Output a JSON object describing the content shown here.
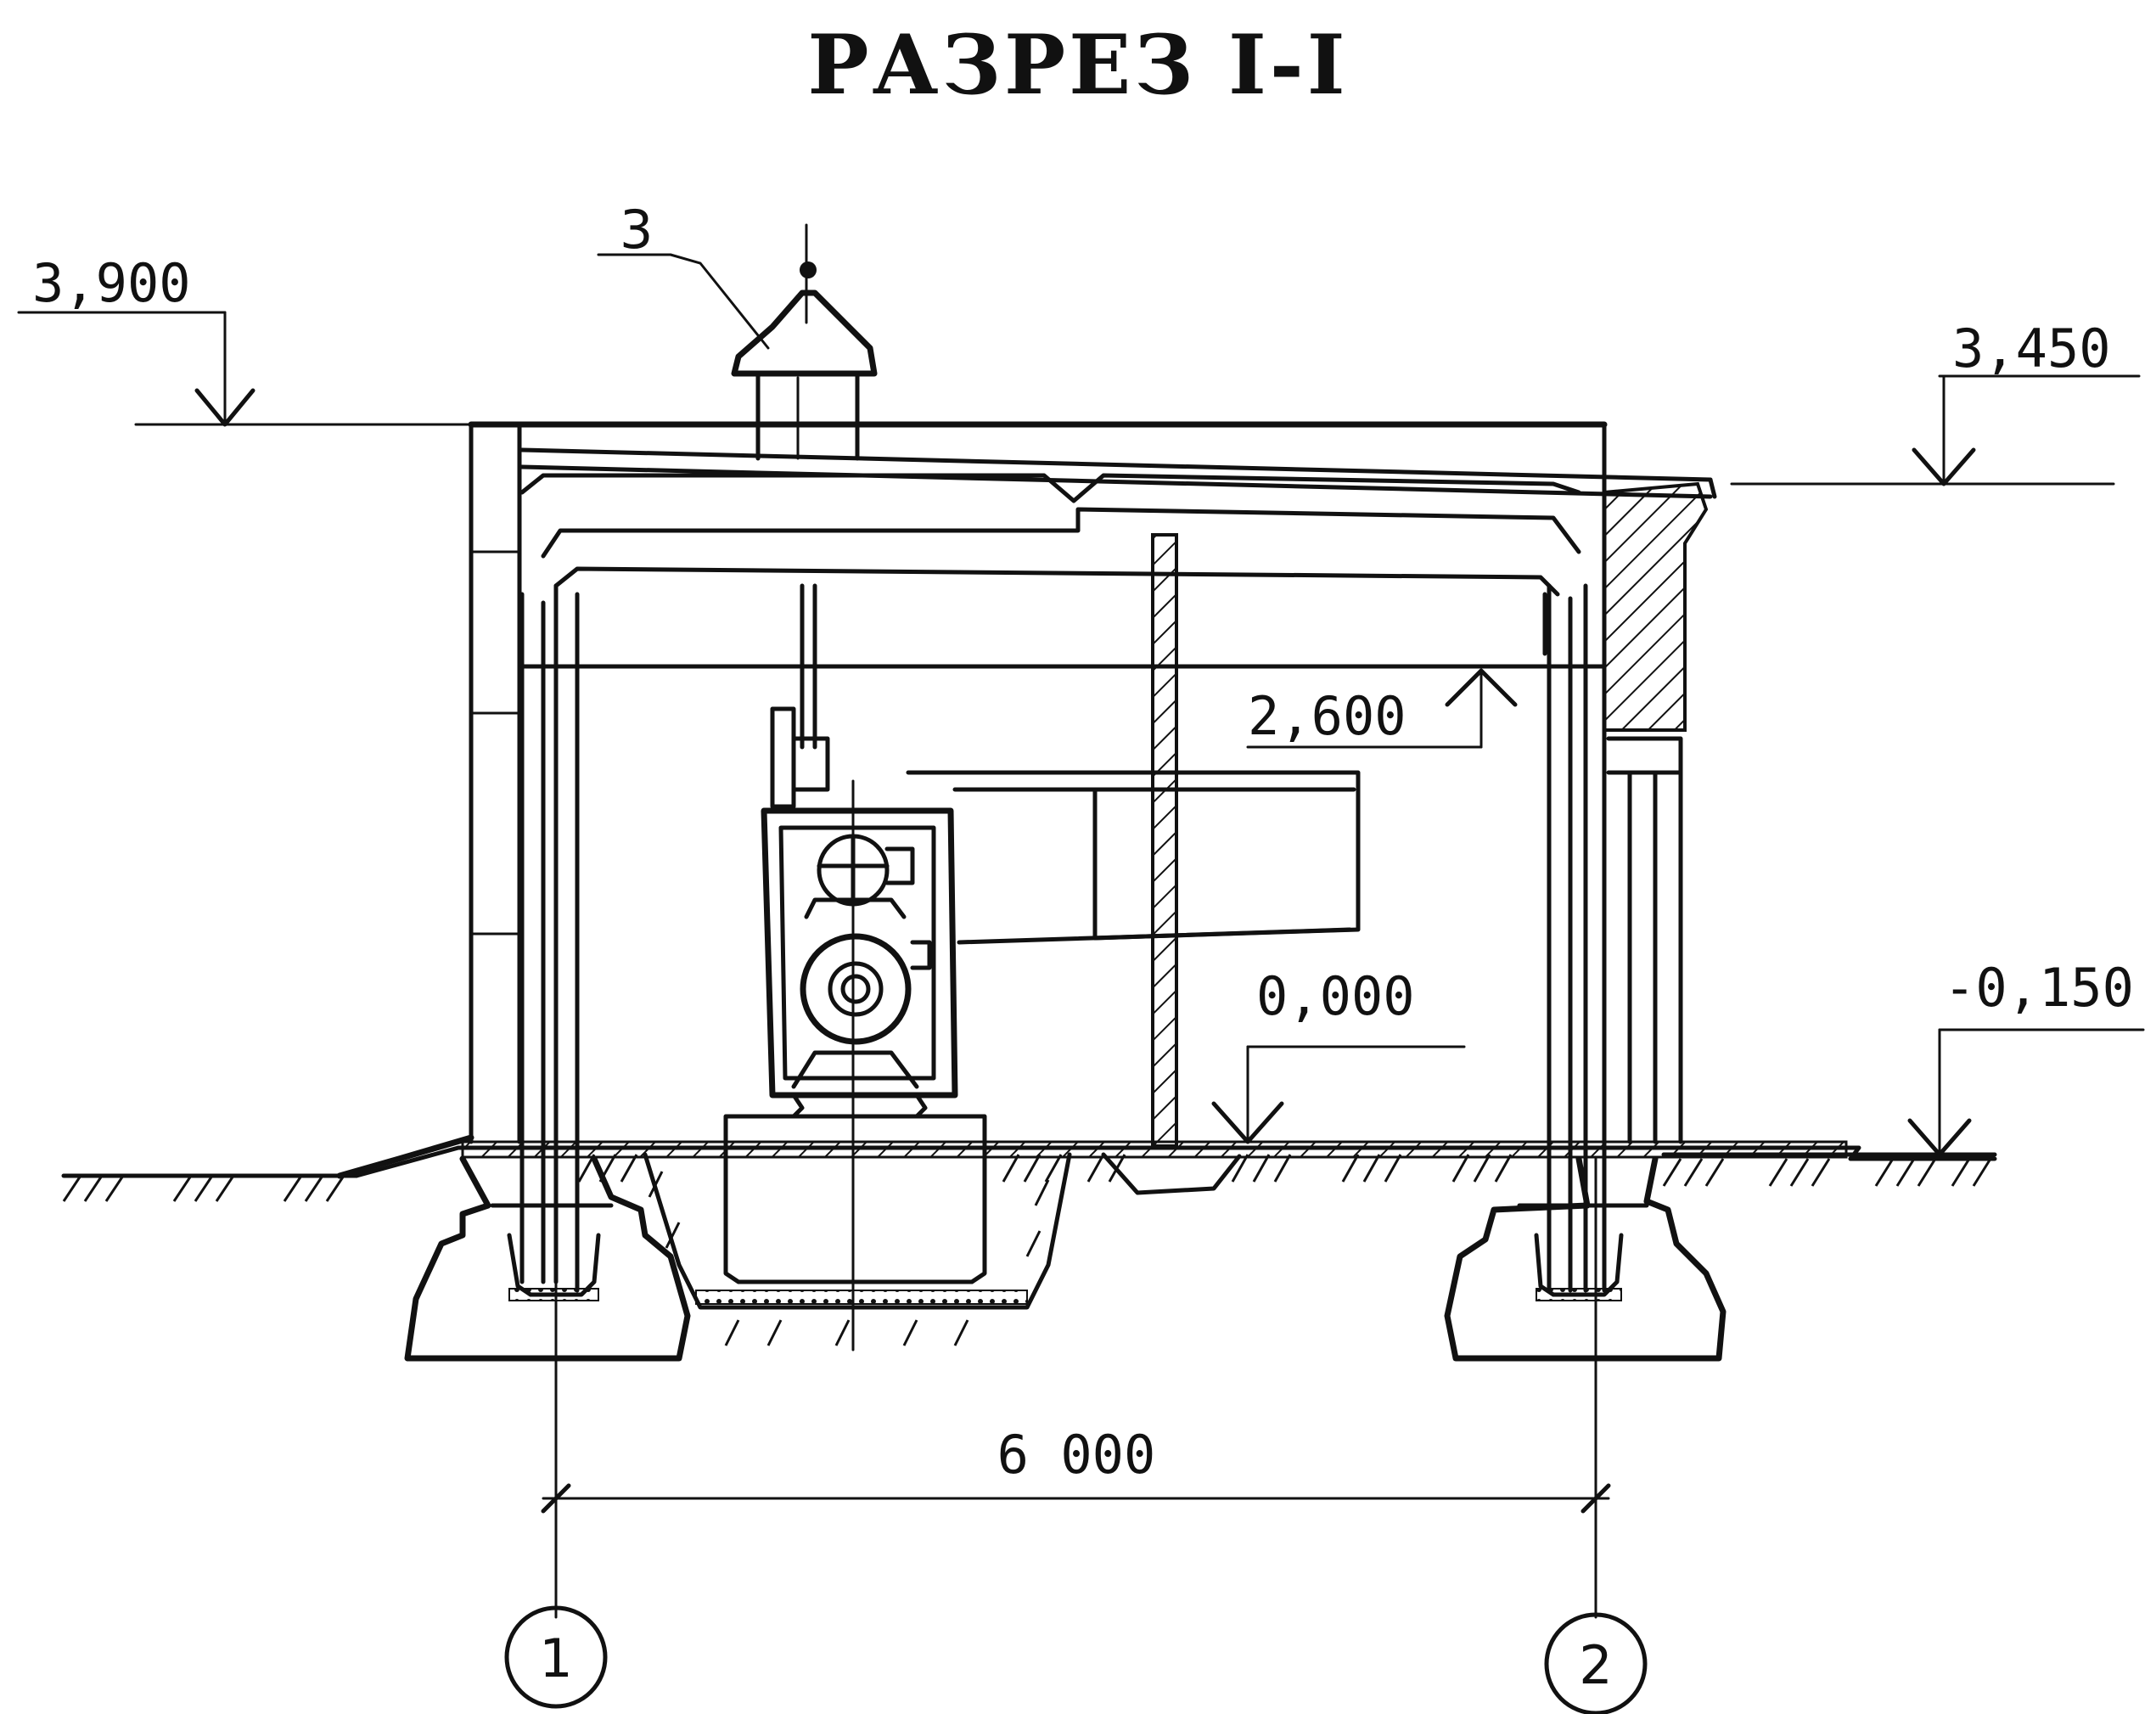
{
  "title": "РАЗРЕЗ I-I",
  "callout": "3",
  "levels": {
    "roof_top": "3,900",
    "eave": "3,450",
    "crane": "2,600",
    "floor": "0,000",
    "ground": "-0,150"
  },
  "span": "6 000",
  "axes": [
    "1",
    "2"
  ]
}
